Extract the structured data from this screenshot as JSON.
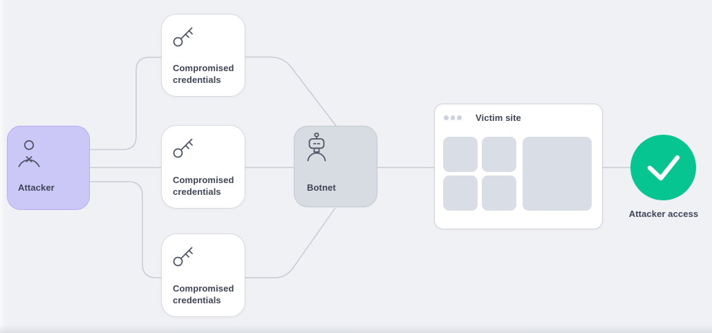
{
  "diagram": {
    "type": "attack-flow",
    "nodes": {
      "attacker": {
        "label": "Attacker",
        "icon": "user-x-icon",
        "fill": "#cbc8f7"
      },
      "cred1": {
        "label": "Compromised credentials",
        "icon": "key-icon",
        "fill": "#ffffff"
      },
      "cred2": {
        "label": "Compromised credentials",
        "icon": "key-icon",
        "fill": "#ffffff"
      },
      "cred3": {
        "label": "Compromised credentials",
        "icon": "key-icon",
        "fill": "#ffffff"
      },
      "botnet": {
        "label": "Botnet",
        "icon": "robot-icon",
        "fill": "#d7dbe2"
      },
      "victim_site": {
        "label": "Victim site",
        "icon": "browser-window",
        "fill": "#ffffff"
      },
      "attacker_access": {
        "label": "Attacker access",
        "icon": "check-icon",
        "fill": "#07c591"
      }
    },
    "edges": [
      {
        "from": "attacker",
        "to": "cred1"
      },
      {
        "from": "attacker",
        "to": "cred2"
      },
      {
        "from": "attacker",
        "to": "cred3"
      },
      {
        "from": "cred1",
        "to": "botnet"
      },
      {
        "from": "cred2",
        "to": "botnet"
      },
      {
        "from": "cred3",
        "to": "botnet"
      },
      {
        "from": "botnet",
        "to": "victim_site"
      },
      {
        "from": "victim_site",
        "to": "attacker_access"
      }
    ],
    "colors": {
      "background": "#f0f1f4",
      "accent_purple": "#cbc8f7",
      "node_gray": "#d7dbe2",
      "success_green": "#07c591",
      "connector_line": "#c6cad4",
      "text": "#3f4557",
      "placeholder_block": "#d9dde6"
    }
  }
}
